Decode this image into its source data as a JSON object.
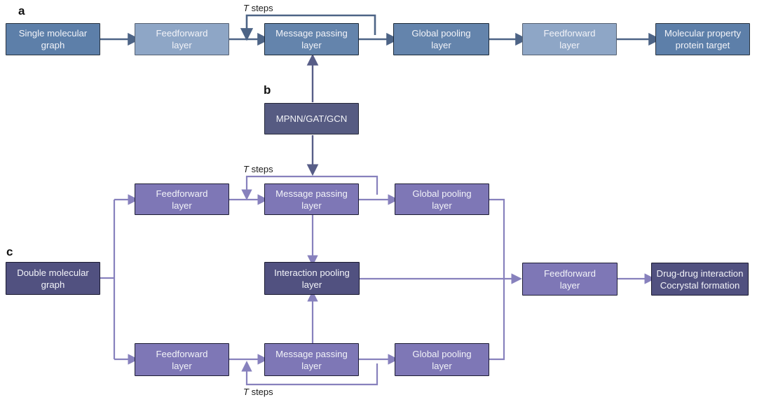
{
  "section_labels": {
    "a": "a",
    "b": "b",
    "c": "c"
  },
  "loop_label": {
    "t": "T",
    "steps": " steps"
  },
  "diagram_a": {
    "boxes": {
      "single_molecular_graph": "Single molecular\ngraph",
      "feedforward_1": "Feedforward\nlayer",
      "message_passing": "Message passing\nlayer",
      "global_pooling": "Global pooling\nlayer",
      "feedforward_2": "Feedforward\nlayer",
      "output": "Molecular property\nprotein target"
    }
  },
  "diagram_b": {
    "mpnn": "MPNN/GAT/GCN"
  },
  "diagram_c": {
    "boxes": {
      "double_molecular_graph": "Double molecular\ngraph",
      "feedforward_top": "Feedforward\nlayer",
      "message_passing_top": "Message passing\nlayer",
      "global_pooling_top": "Global pooling\nlayer",
      "interaction_pooling": "Interaction pooling\nlayer",
      "feedforward_bottom": "Feedforward\nlayer",
      "message_passing_bottom": "Message passing\nlayer",
      "global_pooling_bottom": "Global pooling\nlayer",
      "feedforward_out": "Feedforward\nlayer",
      "output": "Drug-drug interaction\nCocrystal formation"
    }
  },
  "colors": {
    "box_blue_dark": "#5d7fa9",
    "box_blue_mid": "#6484ac",
    "box_blue_light": "#8ea6c6",
    "box_slate": "#565b82",
    "box_purple": "#7e77b6",
    "box_dark_purple": "#515180",
    "arrow_blue": "#4d6486",
    "arrow_slate": "#575d87",
    "arrow_purple": "#8781bd",
    "box_text": "#f2f3f8"
  }
}
